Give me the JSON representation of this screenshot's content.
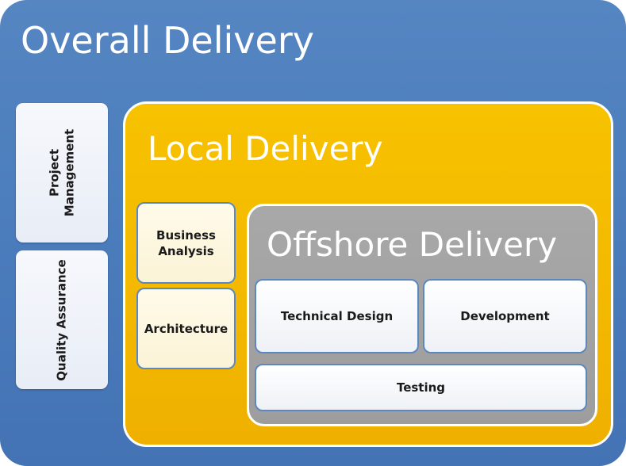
{
  "overall": {
    "title": "Overall Delivery",
    "side": {
      "project_management": "Project\nManagement",
      "quality_assurance": "Quality Assurance"
    }
  },
  "local": {
    "title": "Local Delivery",
    "business_analysis": "Business\nAnalysis",
    "architecture": "Architecture"
  },
  "offshore": {
    "title": "Offshore Delivery",
    "technical_design": "Technical Design",
    "development": "Development",
    "testing": "Testing"
  },
  "colors": {
    "overall_blue": "#4a7bbb",
    "local_gold": "#f3b800",
    "offshore_gray": "#a3a3a3",
    "card_border": "#5d87bf"
  }
}
